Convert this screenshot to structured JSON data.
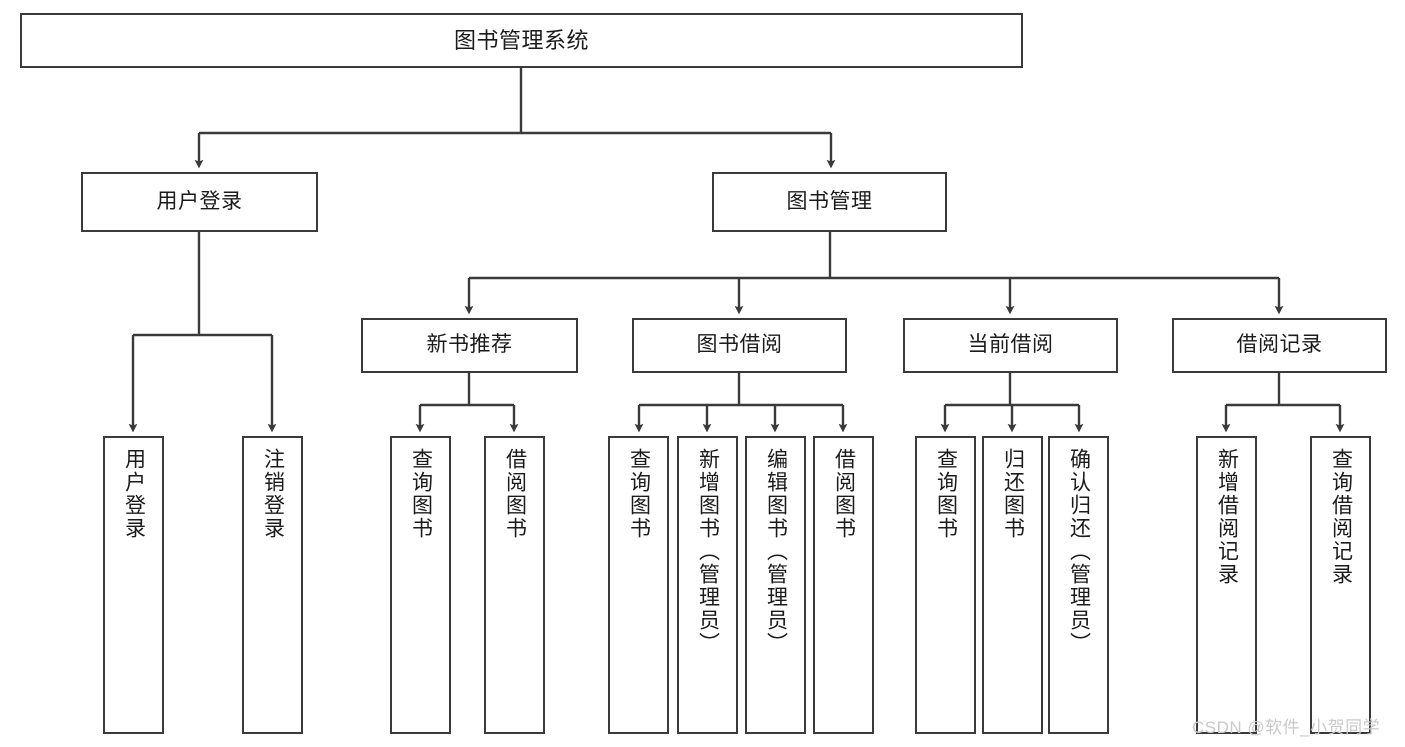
{
  "diagram": {
    "type": "tree-hierarchy-chart",
    "title": "图书管理系统",
    "line_color": "#3a3a3a",
    "box_fill": "#ffffff",
    "text_color": "#1b1b1b",
    "levels": {
      "root": {
        "label": "图书管理系统"
      },
      "level1": [
        {
          "label": "用户登录"
        },
        {
          "label": "图书管理"
        }
      ],
      "level2": [
        {
          "label": "新书推荐"
        },
        {
          "label": "图书借阅"
        },
        {
          "label": "当前借阅"
        },
        {
          "label": "借阅记录"
        }
      ],
      "leaves": {
        "user_login": [
          {
            "label": "用户登录"
          },
          {
            "label": "注销登录"
          }
        ],
        "new_book_recommend": [
          {
            "label": "查询图书"
          },
          {
            "label": "借阅图书"
          }
        ],
        "book_borrow": [
          {
            "label": "查询图书"
          },
          {
            "label": "新增图书（管理员）"
          },
          {
            "label": "编辑图书（管理员）"
          },
          {
            "label": "借阅图书"
          }
        ],
        "current_borrow": [
          {
            "label": "查询图书"
          },
          {
            "label": "归还图书"
          },
          {
            "label": "确认归还（管理员）"
          }
        ],
        "borrow_record": [
          {
            "label": "新增借阅记录"
          },
          {
            "label": "查询借阅记录"
          }
        ]
      }
    }
  },
  "watermark": {
    "text": "CSDN @软件_小贺同学",
    "color": "#c9c9c9"
  }
}
